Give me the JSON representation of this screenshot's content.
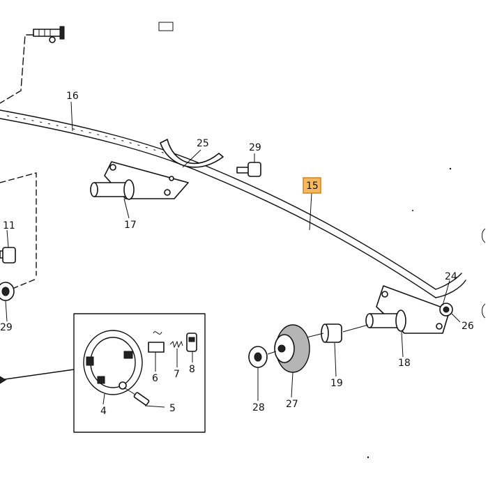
{
  "labels": {
    "p4": "4",
    "p5": "5",
    "p6": "6",
    "p7": "7",
    "p8": "8",
    "p11": "11",
    "p15": "15",
    "p16": "16",
    "p17": "17",
    "p18": "18",
    "p19": "19",
    "p24": "24",
    "p25": "25",
    "p26": "26",
    "p27": "27",
    "p28": "28",
    "p29a": "29",
    "p29b": "29"
  },
  "colors": {
    "highlight_fill": "#f4b860",
    "highlight_stroke": "#d27a10",
    "line": "#111111"
  }
}
